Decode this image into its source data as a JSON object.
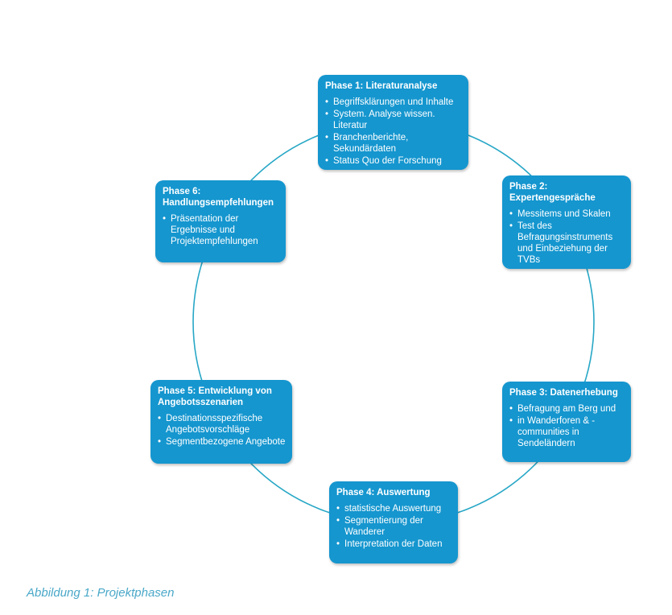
{
  "colors": {
    "box_fill": "#1596cf",
    "ring": "#27a7c6",
    "caption": "#4aa8c8"
  },
  "phases": [
    {
      "title": "Phase 1: Literaturanalyse",
      "items": [
        "Begriffsklärungen und Inhalte",
        "System. Analyse wissen. Literatur",
        "Branchenberichte, Sekundärdaten",
        "Status Quo der Forschung"
      ]
    },
    {
      "title": "Phase 2: Expertengespräche",
      "items": [
        "Messitems und Skalen",
        "Test des Befragungsinstruments und Einbeziehung der TVBs"
      ]
    },
    {
      "title": "Phase 3: Datenerhebung",
      "items": [
        "Befragung am Berg und",
        " in Wanderforen & -communities in Sendeländern"
      ]
    },
    {
      "title": "Phase 4: Auswertung",
      "items": [
        "statistische Auswertung",
        "Segmentierung der Wanderer",
        "Interpretation der Daten"
      ]
    },
    {
      "title": "Phase 5: Entwicklung von Angebotsszenarien",
      "items": [
        "Destinationsspezifische Angebotsvorschläge",
        "Segmentbezogene Angebote"
      ]
    },
    {
      "title": "Phase 6: Handlungsempfehlungen",
      "items": [
        "Präsentation der Ergebnisse und Projektempfehlungen"
      ]
    }
  ],
  "caption": "Abbildung 1: Projektphasen"
}
